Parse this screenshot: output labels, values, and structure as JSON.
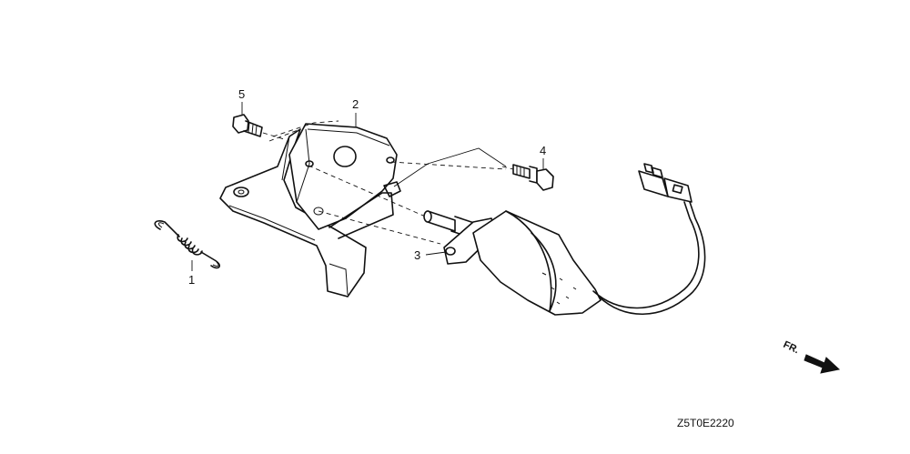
{
  "diagram": {
    "parts": [
      {
        "callout": "1",
        "icon": "tension-spring-icon"
      },
      {
        "callout": "2",
        "icon": "mounting-bracket-icon"
      },
      {
        "callout": "3",
        "icon": "solenoid-actuator-icon"
      },
      {
        "callout": "4",
        "icon": "flange-bolt-icon"
      },
      {
        "callout": "5",
        "icon": "flange-bolt-icon"
      }
    ],
    "direction_indicator": {
      "text": "FR.",
      "icon": "front-arrow-icon"
    },
    "drawing_code": "Z5T0E2220"
  }
}
